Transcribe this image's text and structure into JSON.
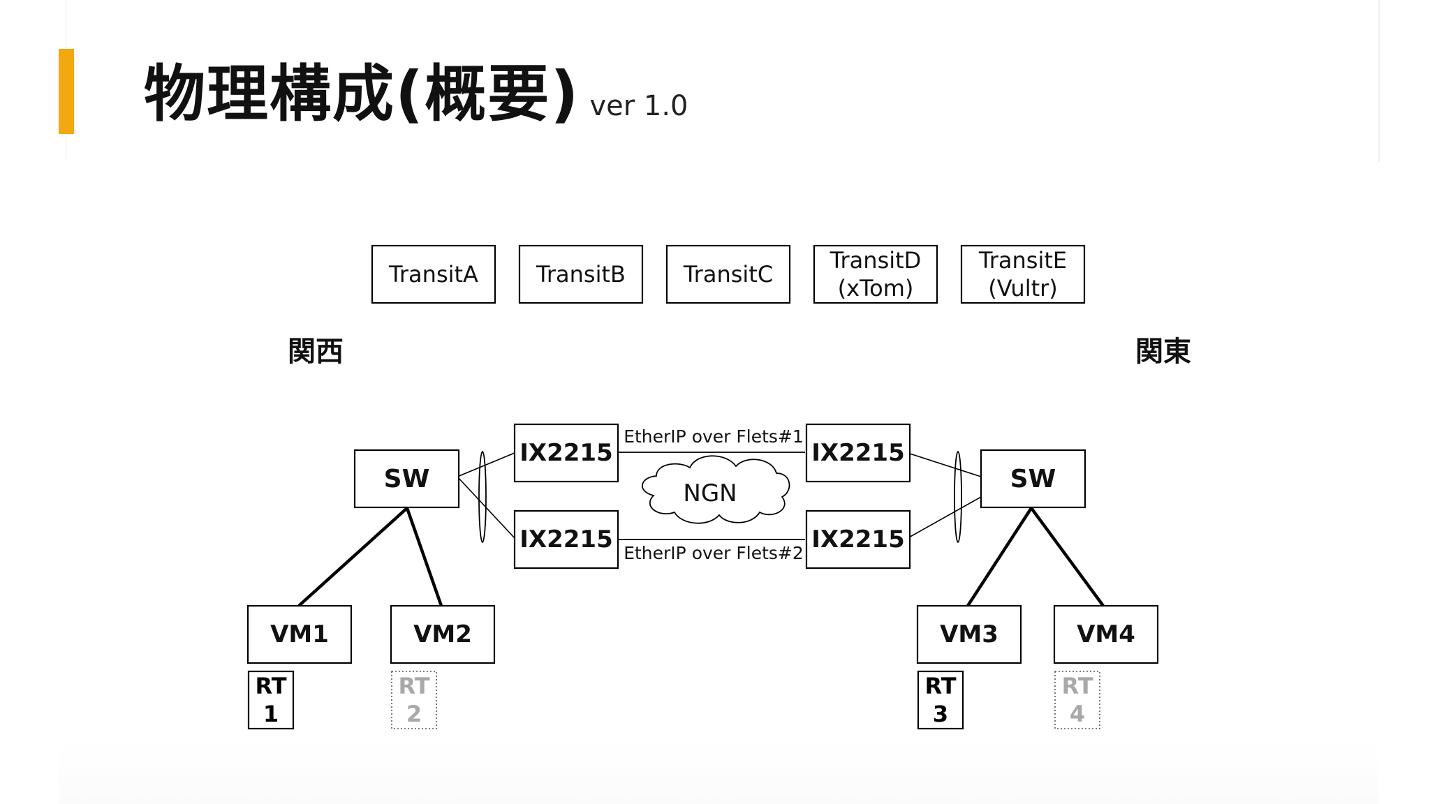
{
  "slide": {
    "title": "物理構成(概要)",
    "version": "ver 1.0",
    "accent_color": "#f3a80f"
  },
  "diagram": {
    "transits": [
      "TransitA",
      "TransitB",
      "TransitC",
      "TransitD\n(xTom)",
      "TransitE\n(Vultr)"
    ],
    "regions": {
      "west": "関西",
      "east": "関東"
    },
    "switches": {
      "west": "SW",
      "east": "SW"
    },
    "routers": {
      "west_top": "IX2215",
      "west_bottom": "IX2215",
      "east_top": "IX2215",
      "east_bottom": "IX2215"
    },
    "links": {
      "top": "EtherIP over Flets#1",
      "bottom": "EtherIP over Flets#2"
    },
    "cloud": "NGN",
    "vms": [
      "VM1",
      "VM2",
      "VM3",
      "VM4"
    ],
    "rts": [
      {
        "label": "RT\n1",
        "active": true
      },
      {
        "label": "RT\n2",
        "active": false
      },
      {
        "label": "RT\n3",
        "active": true
      },
      {
        "label": "RT\n4",
        "active": false
      }
    ]
  }
}
